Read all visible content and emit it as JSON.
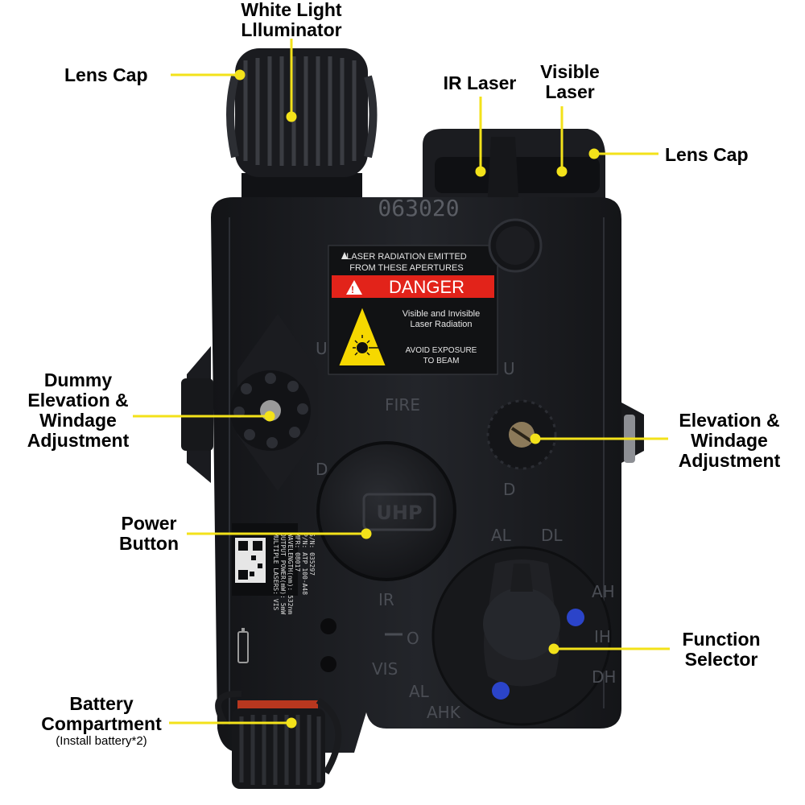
{
  "colors": {
    "leader": "#f3e21a",
    "device": "#1d1e22",
    "danger": "#e2231a",
    "warning": "#f6d800",
    "screw": "#2b44c9"
  },
  "device": {
    "serial": "063020",
    "label_emitted_1": "LASER RADIATION EMITTED",
    "label_emitted_2": "FROM THESE APERTURES",
    "danger": "DANGER",
    "warn_1": "Visible and Invisible",
    "warn_2": "Laser Radiation",
    "warn_3": "AVOID EXPOSURE",
    "warn_4": "TO BEAM",
    "fire": "FIRE",
    "power_logo": "UHP",
    "mark_u": "U",
    "mark_d": "D",
    "mode_al": "AL",
    "mode_dl": "DL",
    "mode_ah": "AH",
    "mode_ih": "IH",
    "mode_dh": "DH",
    "mode_ir": "IR",
    "mode_o": "O",
    "mode_vis": "VIS",
    "mode_ahk": "AHK",
    "plate": [
      "MULTIPLE LASERS: VIS",
      "OUTPUT POWER(mW): 5mW",
      "WAVELENGTH(nm): 532nm",
      "MFR: 08017",
      "P/N: ATP 100-A48",
      "S/N: 035297"
    ]
  },
  "callouts": {
    "white_light_1": "White Light",
    "white_light_2": "Llluminator",
    "lens_cap_left": "Lens Cap",
    "ir_laser": "IR Laser",
    "visible_laser_1": "Visible",
    "visible_laser_2": "Laser",
    "lens_cap_right": "Lens Cap",
    "dummy_1": "Dummy",
    "dummy_2": "Elevation &",
    "dummy_3": "Windage",
    "dummy_4": "Adjustment",
    "elev_1": "Elevation &",
    "elev_2": "Windage",
    "elev_3": "Adjustment",
    "power_1": "Power",
    "power_2": "Button",
    "function_1": "Function",
    "function_2": "Selector",
    "battery_1": "Battery",
    "battery_2": "Compartment",
    "battery_3": "(Install battery*2)"
  }
}
